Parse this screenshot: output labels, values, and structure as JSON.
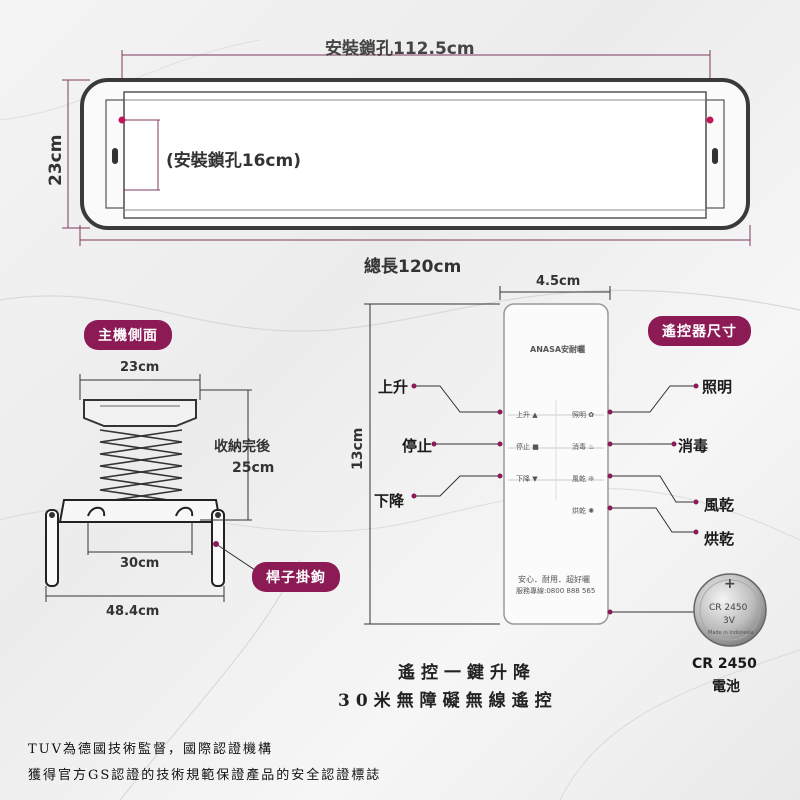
{
  "top_view": {
    "mount_hole_span": "安裝鎖孔112.5cm",
    "mount_hole_inner": "(安裝鎖孔16cm)",
    "height": "23cm",
    "total_length": "總長120cm"
  },
  "side_view": {
    "title": "主機側面",
    "top_width": "23cm",
    "collapsed_label": "收納完後",
    "collapsed_value": "25cm",
    "inner_width": "30cm",
    "outer_width": "48.4cm",
    "hook_label": "桿子掛鉤"
  },
  "remote": {
    "title": "遙控器尺寸",
    "width": "4.5cm",
    "height": "13cm",
    "brand": "ANASA安耐曬",
    "buttons": [
      {
        "text": "上升 ▲",
        "callout": "上升"
      },
      {
        "text": "照明 ✿",
        "callout": "照明"
      },
      {
        "text": "停止 ■",
        "callout": "停止"
      },
      {
        "text": "消毒 ♨",
        "callout": "消毒"
      },
      {
        "text": "下降 ▼",
        "callout": "下降"
      },
      {
        "text": "風乾 ❊",
        "callout": "風乾"
      },
      {
        "text": "烘乾 ✺",
        "callout": "烘乾"
      }
    ],
    "slogan": "安心．耐用．超好曬",
    "hotline": "服務專線:0800 888 565"
  },
  "battery": {
    "plus": "+",
    "model_on_cell": "CR 2450",
    "voltage": "3V",
    "made_in": "Made in Indonesia",
    "label_model": "CR 2450",
    "label_name": "電池"
  },
  "tagline": {
    "line1": "遙控一鍵升降",
    "line2": "30米無障礙無線遙控"
  },
  "footer": {
    "line1": "TUV為德國技術監督，國際認證機構",
    "line2": "獲得官方GS認證的技術規範保證產品的安全認證標誌"
  },
  "colors": {
    "accent": "#8b1a55",
    "line": "#7a3a5c",
    "dot": "#c2185b"
  }
}
